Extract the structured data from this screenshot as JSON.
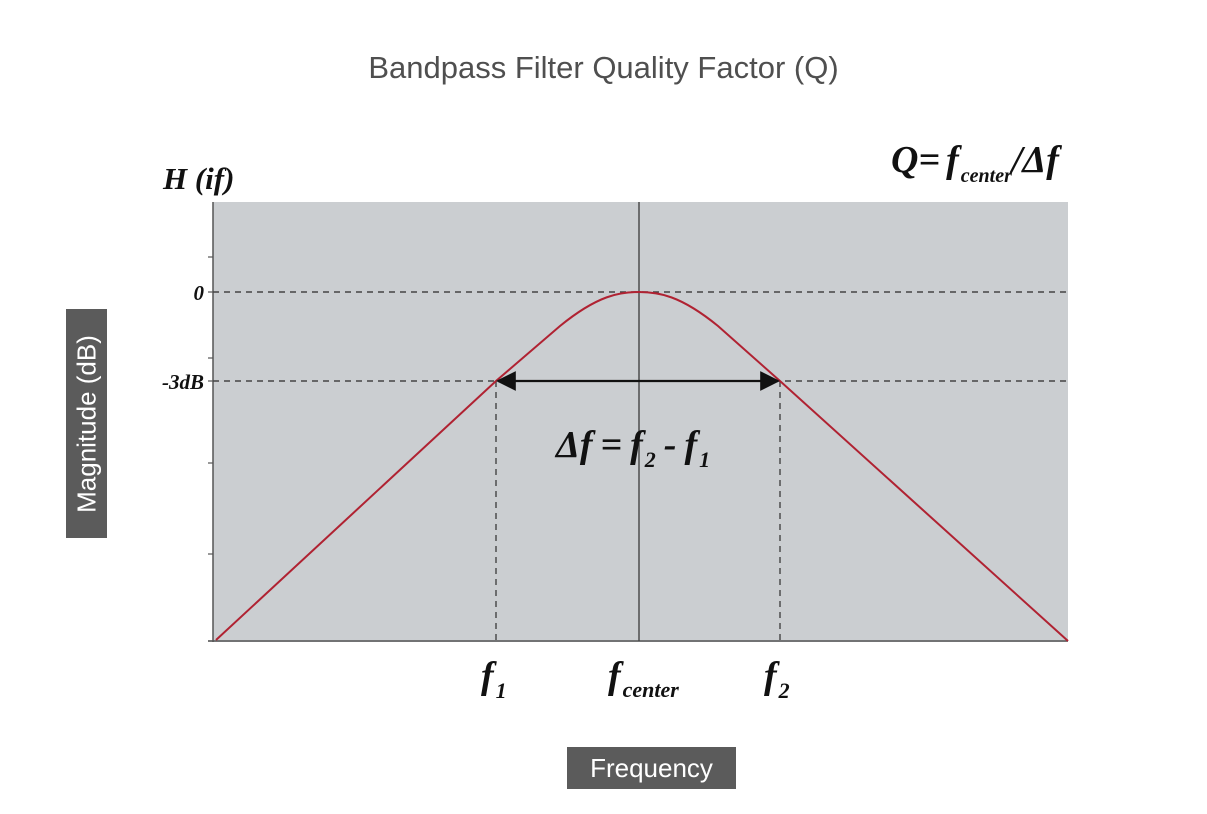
{
  "title": "Bandpass Filter Quality Factor (Q)",
  "y_axis_title": "Magnitude (dB)",
  "x_axis_title": "Frequency",
  "function_label": "H (if)",
  "formula": {
    "Q": "Q=",
    "f": "f",
    "sub_center": "center",
    "slash": "/",
    "delta_f": "Δf"
  },
  "bandwidth_formula": {
    "delta_f": "Δf",
    "eq": "=",
    "f": "f",
    "sub2": "2",
    "minus": "-",
    "sub1": "1"
  },
  "y_ticks": {
    "zero": "0",
    "minus3db": "-3dB"
  },
  "x_ticks": {
    "f": "f",
    "sub1": "1",
    "sub_center": "center",
    "sub2": "2"
  },
  "colors": {
    "plot_bg": "#cbced1",
    "curve": "#b02232",
    "axis": "#444444",
    "label_box": "#5b5b5b",
    "title": "#4f4f4f"
  }
}
